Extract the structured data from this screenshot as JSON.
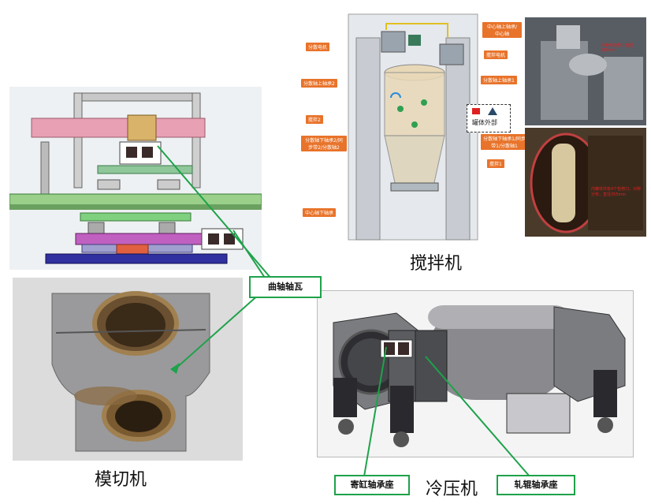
{
  "captions": {
    "die_cutter": "模切机",
    "mixer": "搅拌机",
    "cold_press": "冷压机"
  },
  "callouts": {
    "crankshaft_bushing": "曲轴轴瓦",
    "cylinder_bearing_seat": "寄缸轴承座",
    "roller_bearing_seat": "轧辊轴承座"
  },
  "mixer_labels": {
    "left": [
      "分散电机",
      "分散轴上轴承2",
      "搅拌2",
      "分散轴下轴承2/同步带2/分散轴2",
      "中心轴下轴承"
    ],
    "right": [
      "中心轴上轴承/中心轴",
      "搅拌电机",
      "分散轴上轴承1",
      "分散轴下轴承1/同步带1/分散轴1",
      "搅拌1"
    ],
    "legend": "罐体外部"
  },
  "photo_notes": {
    "top": "外罐体检修口 直径220mm",
    "bottom": "内罐体共有4个检修口，对称分布，直径355mm"
  },
  "colors": {
    "callout_border": "#1ea24a",
    "label_orange": "#e8732a",
    "note_red": "#e02020"
  }
}
